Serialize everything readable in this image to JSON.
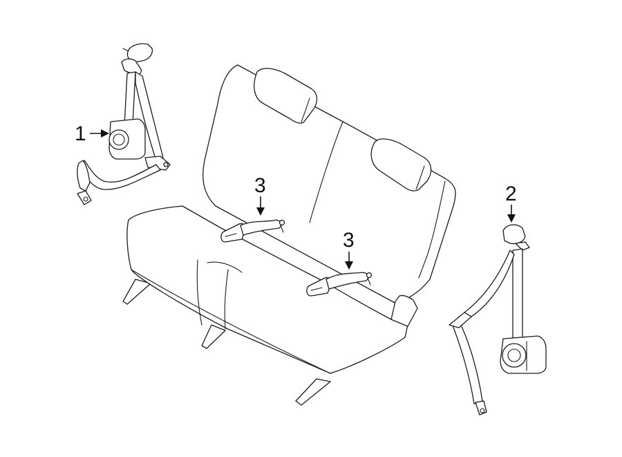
{
  "callouts": {
    "part1": "1",
    "part2": "2",
    "part3a": "3",
    "part3b": "3"
  },
  "colors": {
    "line": "#1a1a1a",
    "background": "#ffffff"
  }
}
